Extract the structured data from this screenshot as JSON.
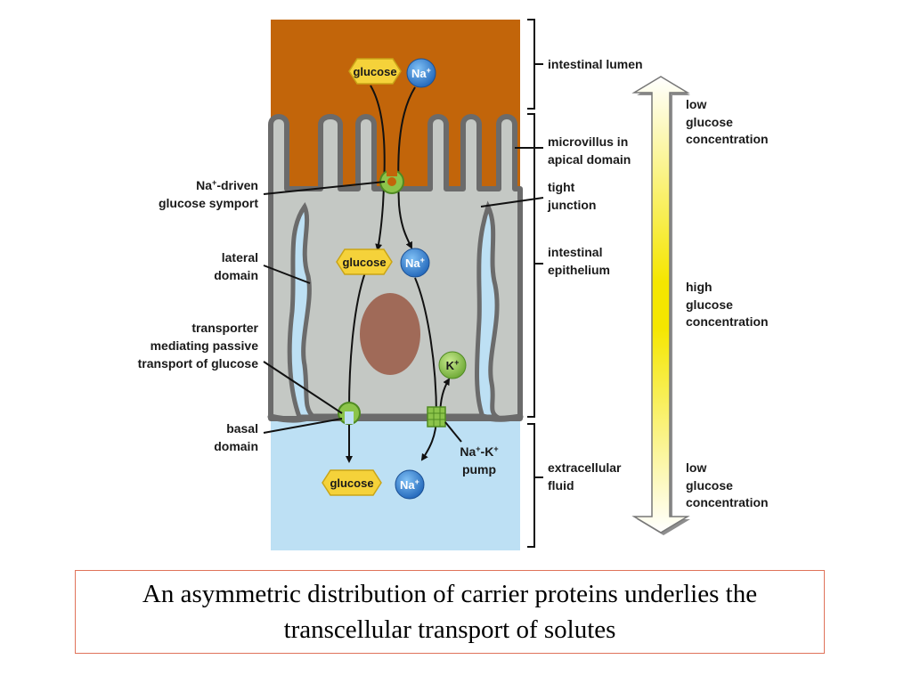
{
  "lumen_label": "intestinal lumen",
  "microvillus_label": [
    "microvillus in",
    "apical domain"
  ],
  "tight_junction_label": [
    "tight",
    "junction"
  ],
  "epithelium_label": [
    "intestinal",
    "epithelium"
  ],
  "extracellular_label": [
    "extracellular",
    "fluid"
  ],
  "symport_label": {
    "ion": "Na",
    "charge": "+",
    "rest": "-driven",
    "line2": "glucose symport"
  },
  "lateral_label": [
    "lateral",
    "domain"
  ],
  "passive_label": [
    "transporter",
    "mediating passive",
    "transport of glucose"
  ],
  "basal_label": [
    "basal",
    "domain"
  ],
  "pump_label": {
    "ion1": "Na",
    "charge1": "+",
    "dash": "-",
    "ion2": "K",
    "charge2": "+",
    "line2": "pump"
  },
  "glucose_text": "glucose",
  "na_ion": {
    "symbol": "Na",
    "charge": "+"
  },
  "k_ion": {
    "symbol": "K",
    "charge": "+"
  },
  "gradient": {
    "top": [
      "low",
      "glucose",
      "concentration"
    ],
    "middle": [
      "high",
      "glucose",
      "concentration"
    ],
    "bottom": [
      "low",
      "glucose",
      "concentration"
    ]
  },
  "caption": {
    "line1": "An asymmetric distribution of carrier proteins underlies the",
    "line2": "transcellular transport of solutes"
  },
  "colors": {
    "lumen": "#c2650a",
    "cell": "#c4c8c4",
    "membrane": "#6b6b6b",
    "extracellular": "#bde0f4",
    "glucose": "#f5d23a",
    "sodium": "#2e7fd0",
    "potassium": "#8cc44a",
    "nucleus": "#a06a58"
  }
}
